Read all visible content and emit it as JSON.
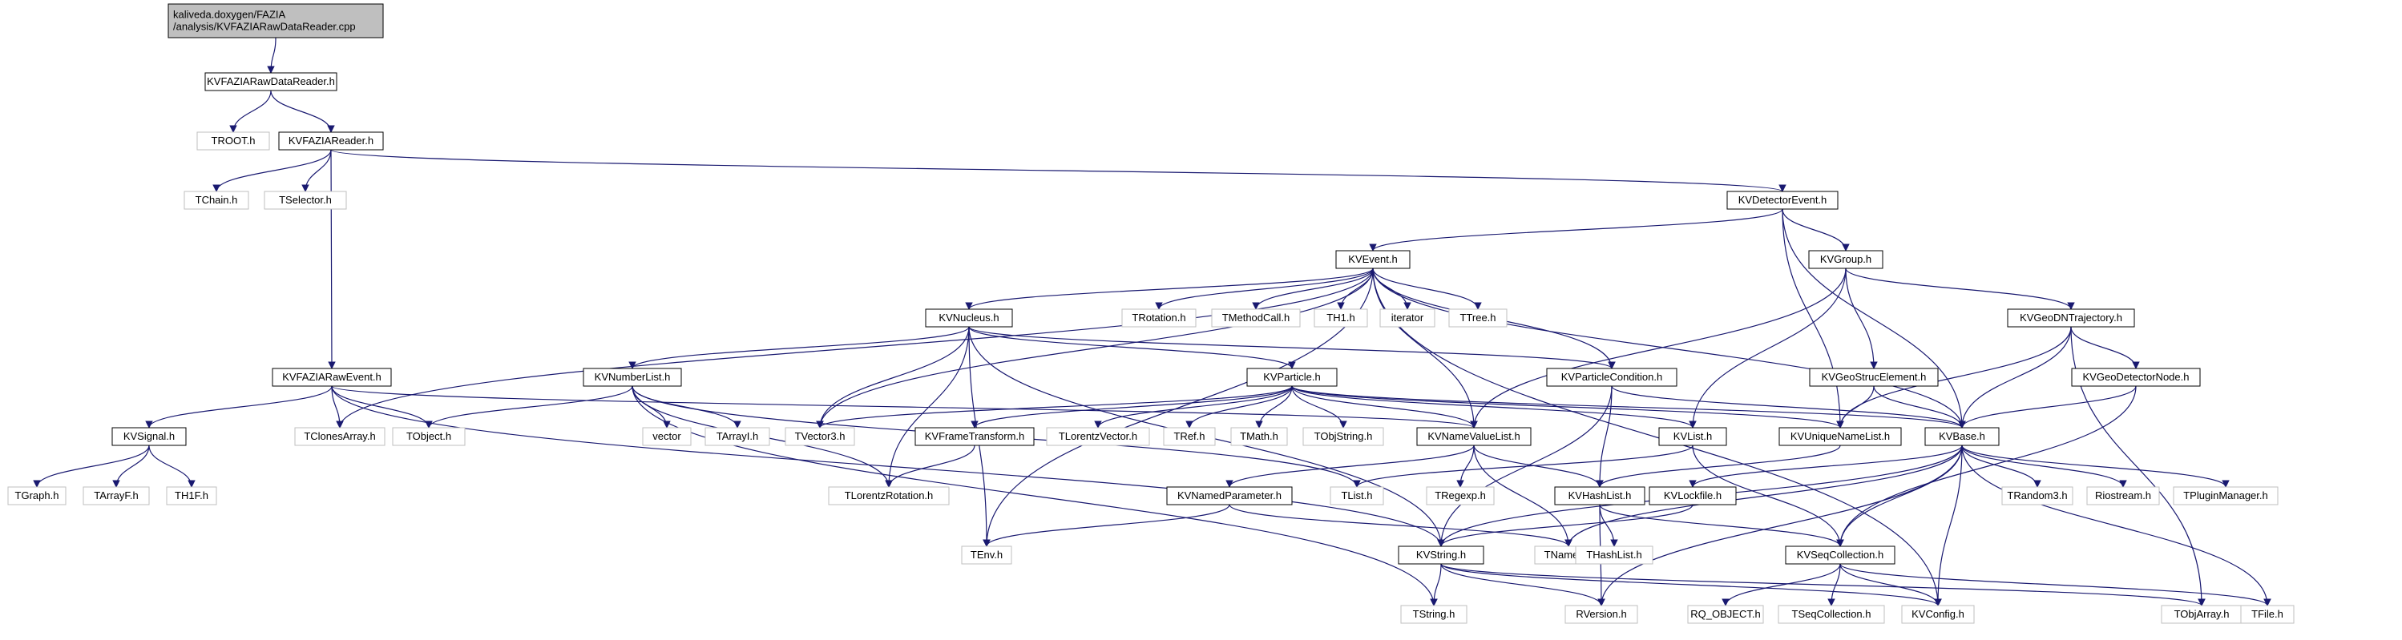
{
  "diagram": {
    "kind": "include-dependency-graph",
    "edge_color": "#191970",
    "nodes": [
      {
        "id": "root",
        "lines": [
          "kaliveda.doxygen/FAZIA",
          "/analysis/KVFAZIARawDataReader.cpp"
        ],
        "style": "root"
      },
      {
        "id": "KVFAZIARawDataReader",
        "lines": [
          "KVFAZIARawDataReader.h"
        ],
        "style": "local"
      },
      {
        "id": "TROOT",
        "lines": [
          "TROOT.h"
        ],
        "style": "external"
      },
      {
        "id": "KVFAZIAReader",
        "lines": [
          "KVFAZIAReader.h"
        ],
        "style": "local"
      },
      {
        "id": "TChain",
        "lines": [
          "TChain.h"
        ],
        "style": "external"
      },
      {
        "id": "TSelector",
        "lines": [
          "TSelector.h"
        ],
        "style": "external"
      },
      {
        "id": "KVDetectorEvent",
        "lines": [
          "KVDetectorEvent.h"
        ],
        "style": "local"
      },
      {
        "id": "KVEvent",
        "lines": [
          "KVEvent.h"
        ],
        "style": "local"
      },
      {
        "id": "KVGroup",
        "lines": [
          "KVGroup.h"
        ],
        "style": "local"
      },
      {
        "id": "KVNucleus",
        "lines": [
          "KVNucleus.h"
        ],
        "style": "local"
      },
      {
        "id": "TRotation",
        "lines": [
          "TRotation.h"
        ],
        "style": "external"
      },
      {
        "id": "TMethodCall",
        "lines": [
          "TMethodCall.h"
        ],
        "style": "external"
      },
      {
        "id": "TH1",
        "lines": [
          "TH1.h"
        ],
        "style": "external"
      },
      {
        "id": "iterator",
        "lines": [
          "iterator"
        ],
        "style": "external"
      },
      {
        "id": "TTree",
        "lines": [
          "TTree.h"
        ],
        "style": "external"
      },
      {
        "id": "KVGeoDNTrajectory",
        "lines": [
          "KVGeoDNTrajectory.h"
        ],
        "style": "local"
      },
      {
        "id": "KVFAZIARawEvent",
        "lines": [
          "KVFAZIARawEvent.h"
        ],
        "style": "local"
      },
      {
        "id": "KVNumberList",
        "lines": [
          "KVNumberList.h"
        ],
        "style": "local"
      },
      {
        "id": "KVParticle",
        "lines": [
          "KVParticle.h"
        ],
        "style": "local"
      },
      {
        "id": "KVParticleCondition",
        "lines": [
          "KVParticleCondition.h"
        ],
        "style": "local"
      },
      {
        "id": "KVGeoStrucElement",
        "lines": [
          "KVGeoStrucElement.h"
        ],
        "style": "local"
      },
      {
        "id": "KVGeoDetectorNode",
        "lines": [
          "KVGeoDetectorNode.h"
        ],
        "style": "local"
      },
      {
        "id": "KVSignal",
        "lines": [
          "KVSignal.h"
        ],
        "style": "local"
      },
      {
        "id": "TClonesArray",
        "lines": [
          "TClonesArray.h"
        ],
        "style": "external"
      },
      {
        "id": "TObject",
        "lines": [
          "TObject.h"
        ],
        "style": "external"
      },
      {
        "id": "vector",
        "lines": [
          "vector"
        ],
        "style": "external"
      },
      {
        "id": "TArrayI",
        "lines": [
          "TArrayI.h"
        ],
        "style": "external"
      },
      {
        "id": "TVector3",
        "lines": [
          "TVector3.h"
        ],
        "style": "external"
      },
      {
        "id": "KVFrameTransform",
        "lines": [
          "KVFrameTransform.h"
        ],
        "style": "local"
      },
      {
        "id": "TLorentzVector",
        "lines": [
          "TLorentzVector.h"
        ],
        "style": "external"
      },
      {
        "id": "TRef",
        "lines": [
          "TRef.h"
        ],
        "style": "external"
      },
      {
        "id": "TMath",
        "lines": [
          "TMath.h"
        ],
        "style": "external"
      },
      {
        "id": "TObjString",
        "lines": [
          "TObjString.h"
        ],
        "style": "external"
      },
      {
        "id": "KVNameValueList",
        "lines": [
          "KVNameValueList.h"
        ],
        "style": "local"
      },
      {
        "id": "KVList",
        "lines": [
          "KVList.h"
        ],
        "style": "local"
      },
      {
        "id": "KVUniqueNameList",
        "lines": [
          "KVUniqueNameList.h"
        ],
        "style": "local"
      },
      {
        "id": "KVBase",
        "lines": [
          "KVBase.h"
        ],
        "style": "local"
      },
      {
        "id": "TGraph",
        "lines": [
          "TGraph.h"
        ],
        "style": "external"
      },
      {
        "id": "TArrayF",
        "lines": [
          "TArrayF.h"
        ],
        "style": "external"
      },
      {
        "id": "TH1F",
        "lines": [
          "TH1F.h"
        ],
        "style": "external"
      },
      {
        "id": "TLorentzRotation",
        "lines": [
          "TLorentzRotation.h"
        ],
        "style": "external"
      },
      {
        "id": "TList",
        "lines": [
          "TList.h"
        ],
        "style": "external"
      },
      {
        "id": "KVNamedParameter",
        "lines": [
          "KVNamedParameter.h"
        ],
        "style": "local"
      },
      {
        "id": "TRegexp",
        "lines": [
          "TRegexp.h"
        ],
        "style": "external"
      },
      {
        "id": "KVHashList",
        "lines": [
          "KVHashList.h"
        ],
        "style": "local"
      },
      {
        "id": "KVLockfile",
        "lines": [
          "KVLockfile.h"
        ],
        "style": "local"
      },
      {
        "id": "TRandom3",
        "lines": [
          "TRandom3.h"
        ],
        "style": "external"
      },
      {
        "id": "Riostream",
        "lines": [
          "Riostream.h"
        ],
        "style": "external"
      },
      {
        "id": "TPluginManager",
        "lines": [
          "TPluginManager.h"
        ],
        "style": "external"
      },
      {
        "id": "TEnv",
        "lines": [
          "TEnv.h"
        ],
        "style": "external"
      },
      {
        "id": "KVString",
        "lines": [
          "KVString.h"
        ],
        "style": "local"
      },
      {
        "id": "TNamed",
        "lines": [
          "TNamed.h"
        ],
        "style": "external"
      },
      {
        "id": "THashList",
        "lines": [
          "THashList.h"
        ],
        "style": "external"
      },
      {
        "id": "KVSeqCollection",
        "lines": [
          "KVSeqCollection.h"
        ],
        "style": "local"
      },
      {
        "id": "TString",
        "lines": [
          "TString.h"
        ],
        "style": "external"
      },
      {
        "id": "RVersion",
        "lines": [
          "RVersion.h"
        ],
        "style": "external"
      },
      {
        "id": "RQ_OBJECT",
        "lines": [
          "RQ_OBJECT.h"
        ],
        "style": "external"
      },
      {
        "id": "TSeqCollection",
        "lines": [
          "TSeqCollection.h"
        ],
        "style": "external"
      },
      {
        "id": "KVConfig",
        "lines": [
          "KVConfig.h"
        ],
        "style": "external"
      },
      {
        "id": "TObjArray",
        "lines": [
          "TObjArray.h"
        ],
        "style": "external"
      },
      {
        "id": "TFile",
        "lines": [
          "TFile.h"
        ],
        "style": "external"
      }
    ],
    "edges": [
      [
        "root",
        "KVFAZIARawDataReader"
      ],
      [
        "KVFAZIARawDataReader",
        "TROOT"
      ],
      [
        "KVFAZIARawDataReader",
        "KVFAZIAReader"
      ],
      [
        "KVFAZIAReader",
        "TChain"
      ],
      [
        "KVFAZIAReader",
        "TSelector"
      ],
      [
        "KVFAZIAReader",
        "KVDetectorEvent"
      ],
      [
        "KVFAZIAReader",
        "KVFAZIARawEvent"
      ],
      [
        "KVDetectorEvent",
        "KVEvent"
      ],
      [
        "KVDetectorEvent",
        "KVGroup"
      ],
      [
        "KVDetectorEvent",
        "KVUniqueNameList"
      ],
      [
        "KVDetectorEvent",
        "KVBase"
      ],
      [
        "KVEvent",
        "KVNucleus"
      ],
      [
        "KVEvent",
        "TRotation"
      ],
      [
        "KVEvent",
        "TMethodCall"
      ],
      [
        "KVEvent",
        "TH1"
      ],
      [
        "KVEvent",
        "iterator"
      ],
      [
        "KVEvent",
        "TTree"
      ],
      [
        "KVEvent",
        "KVParticleCondition"
      ],
      [
        "KVEvent",
        "TClonesArray"
      ],
      [
        "KVEvent",
        "TVector3"
      ],
      [
        "KVEvent",
        "KVNameValueList"
      ],
      [
        "KVEvent",
        "KVBase"
      ],
      [
        "KVEvent",
        "KVConfig"
      ],
      [
        "KVEvent",
        "TEnv"
      ],
      [
        "KVGroup",
        "KVGeoDNTrajectory"
      ],
      [
        "KVGroup",
        "KVGeoStrucElement"
      ],
      [
        "KVGroup",
        "KVNameValueList"
      ],
      [
        "KVGroup",
        "KVList"
      ],
      [
        "KVGeoDNTrajectory",
        "KVGeoDetectorNode"
      ],
      [
        "KVGeoDNTrajectory",
        "KVUniqueNameList"
      ],
      [
        "KVGeoDNTrajectory",
        "KVBase"
      ],
      [
        "KVGeoDNTrajectory",
        "TObjArray"
      ],
      [
        "KVGeoStrucElement",
        "KVUniqueNameList"
      ],
      [
        "KVGeoStrucElement",
        "KVBase"
      ],
      [
        "KVGeoDetectorNode",
        "KVBase"
      ],
      [
        "KVGeoDetectorNode",
        "KVSeqCollection"
      ],
      [
        "KVNucleus",
        "KVNumberList"
      ],
      [
        "KVNucleus",
        "KVParticle"
      ],
      [
        "KVNucleus",
        "KVParticleCondition"
      ],
      [
        "KVNucleus",
        "TVector3"
      ],
      [
        "KVNucleus",
        "TLorentzRotation"
      ],
      [
        "KVNucleus",
        "KVString"
      ],
      [
        "KVNucleus",
        "TEnv"
      ],
      [
        "KVFAZIARawEvent",
        "KVSignal"
      ],
      [
        "KVFAZIARawEvent",
        "TClonesArray"
      ],
      [
        "KVFAZIARawEvent",
        "TObject"
      ],
      [
        "KVFAZIARawEvent",
        "KVNameValueList"
      ],
      [
        "KVFAZIARawEvent",
        "KVString"
      ],
      [
        "KVNumberList",
        "TObject"
      ],
      [
        "KVNumberList",
        "vector"
      ],
      [
        "KVNumberList",
        "TArrayI"
      ],
      [
        "KVNumberList",
        "TList"
      ],
      [
        "KVNumberList",
        "TLorentzRotation"
      ],
      [
        "KVNumberList",
        "TString"
      ],
      [
        "KVParticle",
        "TVector3"
      ],
      [
        "KVParticle",
        "KVFrameTransform"
      ],
      [
        "KVParticle",
        "TLorentzVector"
      ],
      [
        "KVParticle",
        "TRef"
      ],
      [
        "KVParticle",
        "TMath"
      ],
      [
        "KVParticle",
        "TObjString"
      ],
      [
        "KVParticle",
        "KVNameValueList"
      ],
      [
        "KVParticle",
        "KVList"
      ],
      [
        "KVParticle",
        "KVUniqueNameList"
      ],
      [
        "KVParticle",
        "KVBase"
      ],
      [
        "KVParticleCondition",
        "KVBase"
      ],
      [
        "KVParticleCondition",
        "KVHashList"
      ],
      [
        "KVParticleCondition",
        "KVString"
      ],
      [
        "KVSignal",
        "TGraph"
      ],
      [
        "KVSignal",
        "TArrayF"
      ],
      [
        "KVSignal",
        "TH1F"
      ],
      [
        "KVFrameTransform",
        "TLorentzRotation"
      ],
      [
        "KVNameValueList",
        "KVNamedParameter"
      ],
      [
        "KVNameValueList",
        "TRegexp"
      ],
      [
        "KVNameValueList",
        "KVHashList"
      ],
      [
        "KVNameValueList",
        "TNamed"
      ],
      [
        "KVList",
        "TList"
      ],
      [
        "KVList",
        "KVSeqCollection"
      ],
      [
        "KVUniqueNameList",
        "KVHashList"
      ],
      [
        "KVBase",
        "KVLockfile"
      ],
      [
        "KVBase",
        "TRandom3"
      ],
      [
        "KVBase",
        "Riostream"
      ],
      [
        "KVBase",
        "TPluginManager"
      ],
      [
        "KVBase",
        "TNamed"
      ],
      [
        "KVBase",
        "KVString"
      ],
      [
        "KVBase",
        "RVersion"
      ],
      [
        "KVBase",
        "KVConfig"
      ],
      [
        "KVBase",
        "TFile"
      ],
      [
        "KVBase",
        "KVSeqCollection"
      ],
      [
        "KVNamedParameter",
        "TNamed"
      ],
      [
        "KVNamedParameter",
        "TEnv"
      ],
      [
        "KVHashList",
        "THashList"
      ],
      [
        "KVHashList",
        "KVSeqCollection"
      ],
      [
        "KVHashList",
        "RVersion"
      ],
      [
        "KVLockfile",
        "KVString"
      ],
      [
        "KVString",
        "TString"
      ],
      [
        "KVString",
        "RVersion"
      ],
      [
        "KVString",
        "KVConfig"
      ],
      [
        "KVString",
        "TObjArray"
      ],
      [
        "KVSeqCollection",
        "RQ_OBJECT"
      ],
      [
        "KVSeqCollection",
        "TSeqCollection"
      ],
      [
        "KVSeqCollection",
        "KVConfig"
      ],
      [
        "KVSeqCollection",
        "TFile"
      ]
    ]
  }
}
